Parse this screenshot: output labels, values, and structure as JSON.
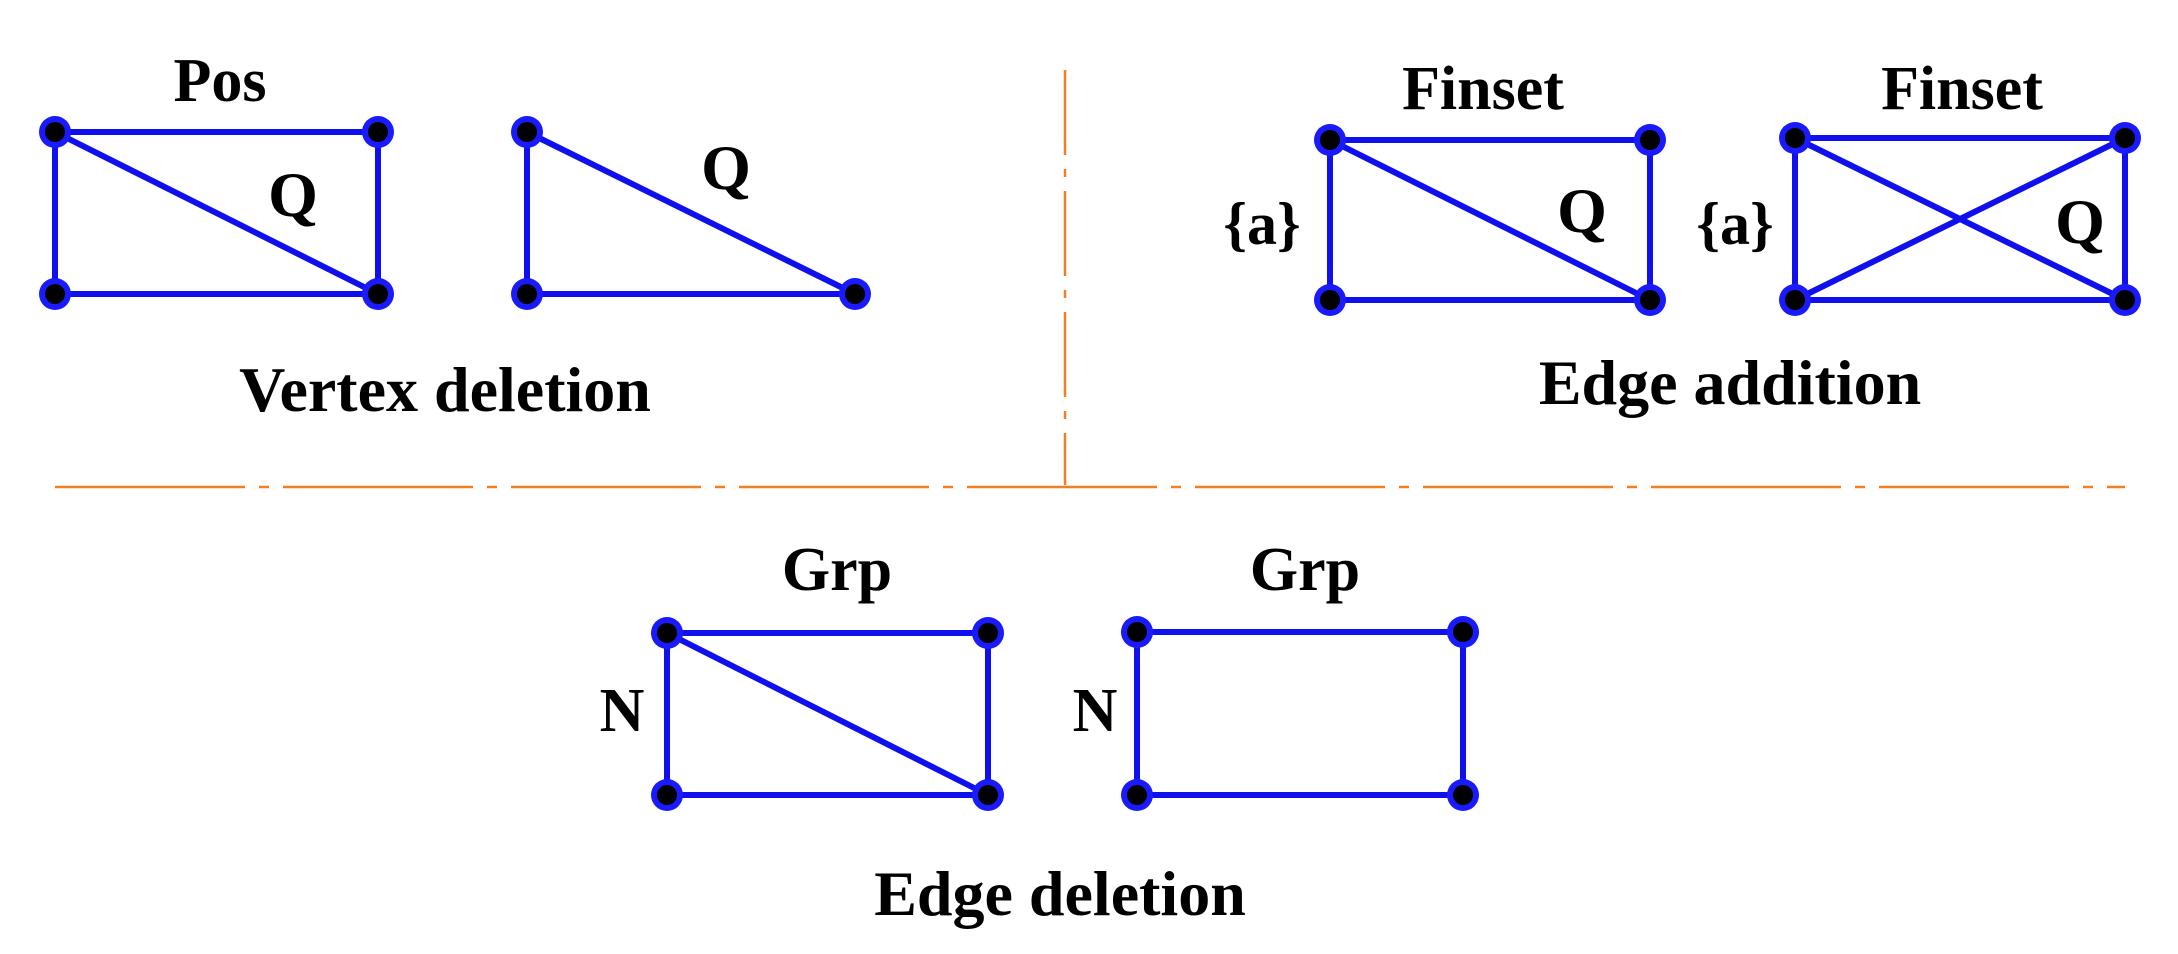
{
  "colors": {
    "edge": "#1010ee",
    "vertex_ring": "#1a1aff",
    "vertex_core": "#000000",
    "separator": "#f08020"
  },
  "panels": {
    "vertex_deletion": {
      "caption": "Vertex deletion",
      "left": {
        "top_label": "Pos",
        "diag_label": "Q"
      },
      "right": {
        "diag_label": "Q"
      }
    },
    "edge_addition": {
      "caption": "Edge addition",
      "left": {
        "top_label": "Finset",
        "side_label": "{a}",
        "diag_label": "Q"
      },
      "right": {
        "top_label": "Finset",
        "side_label": "{a}",
        "diag_label": "Q"
      }
    },
    "edge_deletion": {
      "caption": "Edge deletion",
      "left": {
        "top_label": "Grp",
        "side_label": "N"
      },
      "right": {
        "top_label": "Grp",
        "side_label": "N"
      }
    }
  }
}
